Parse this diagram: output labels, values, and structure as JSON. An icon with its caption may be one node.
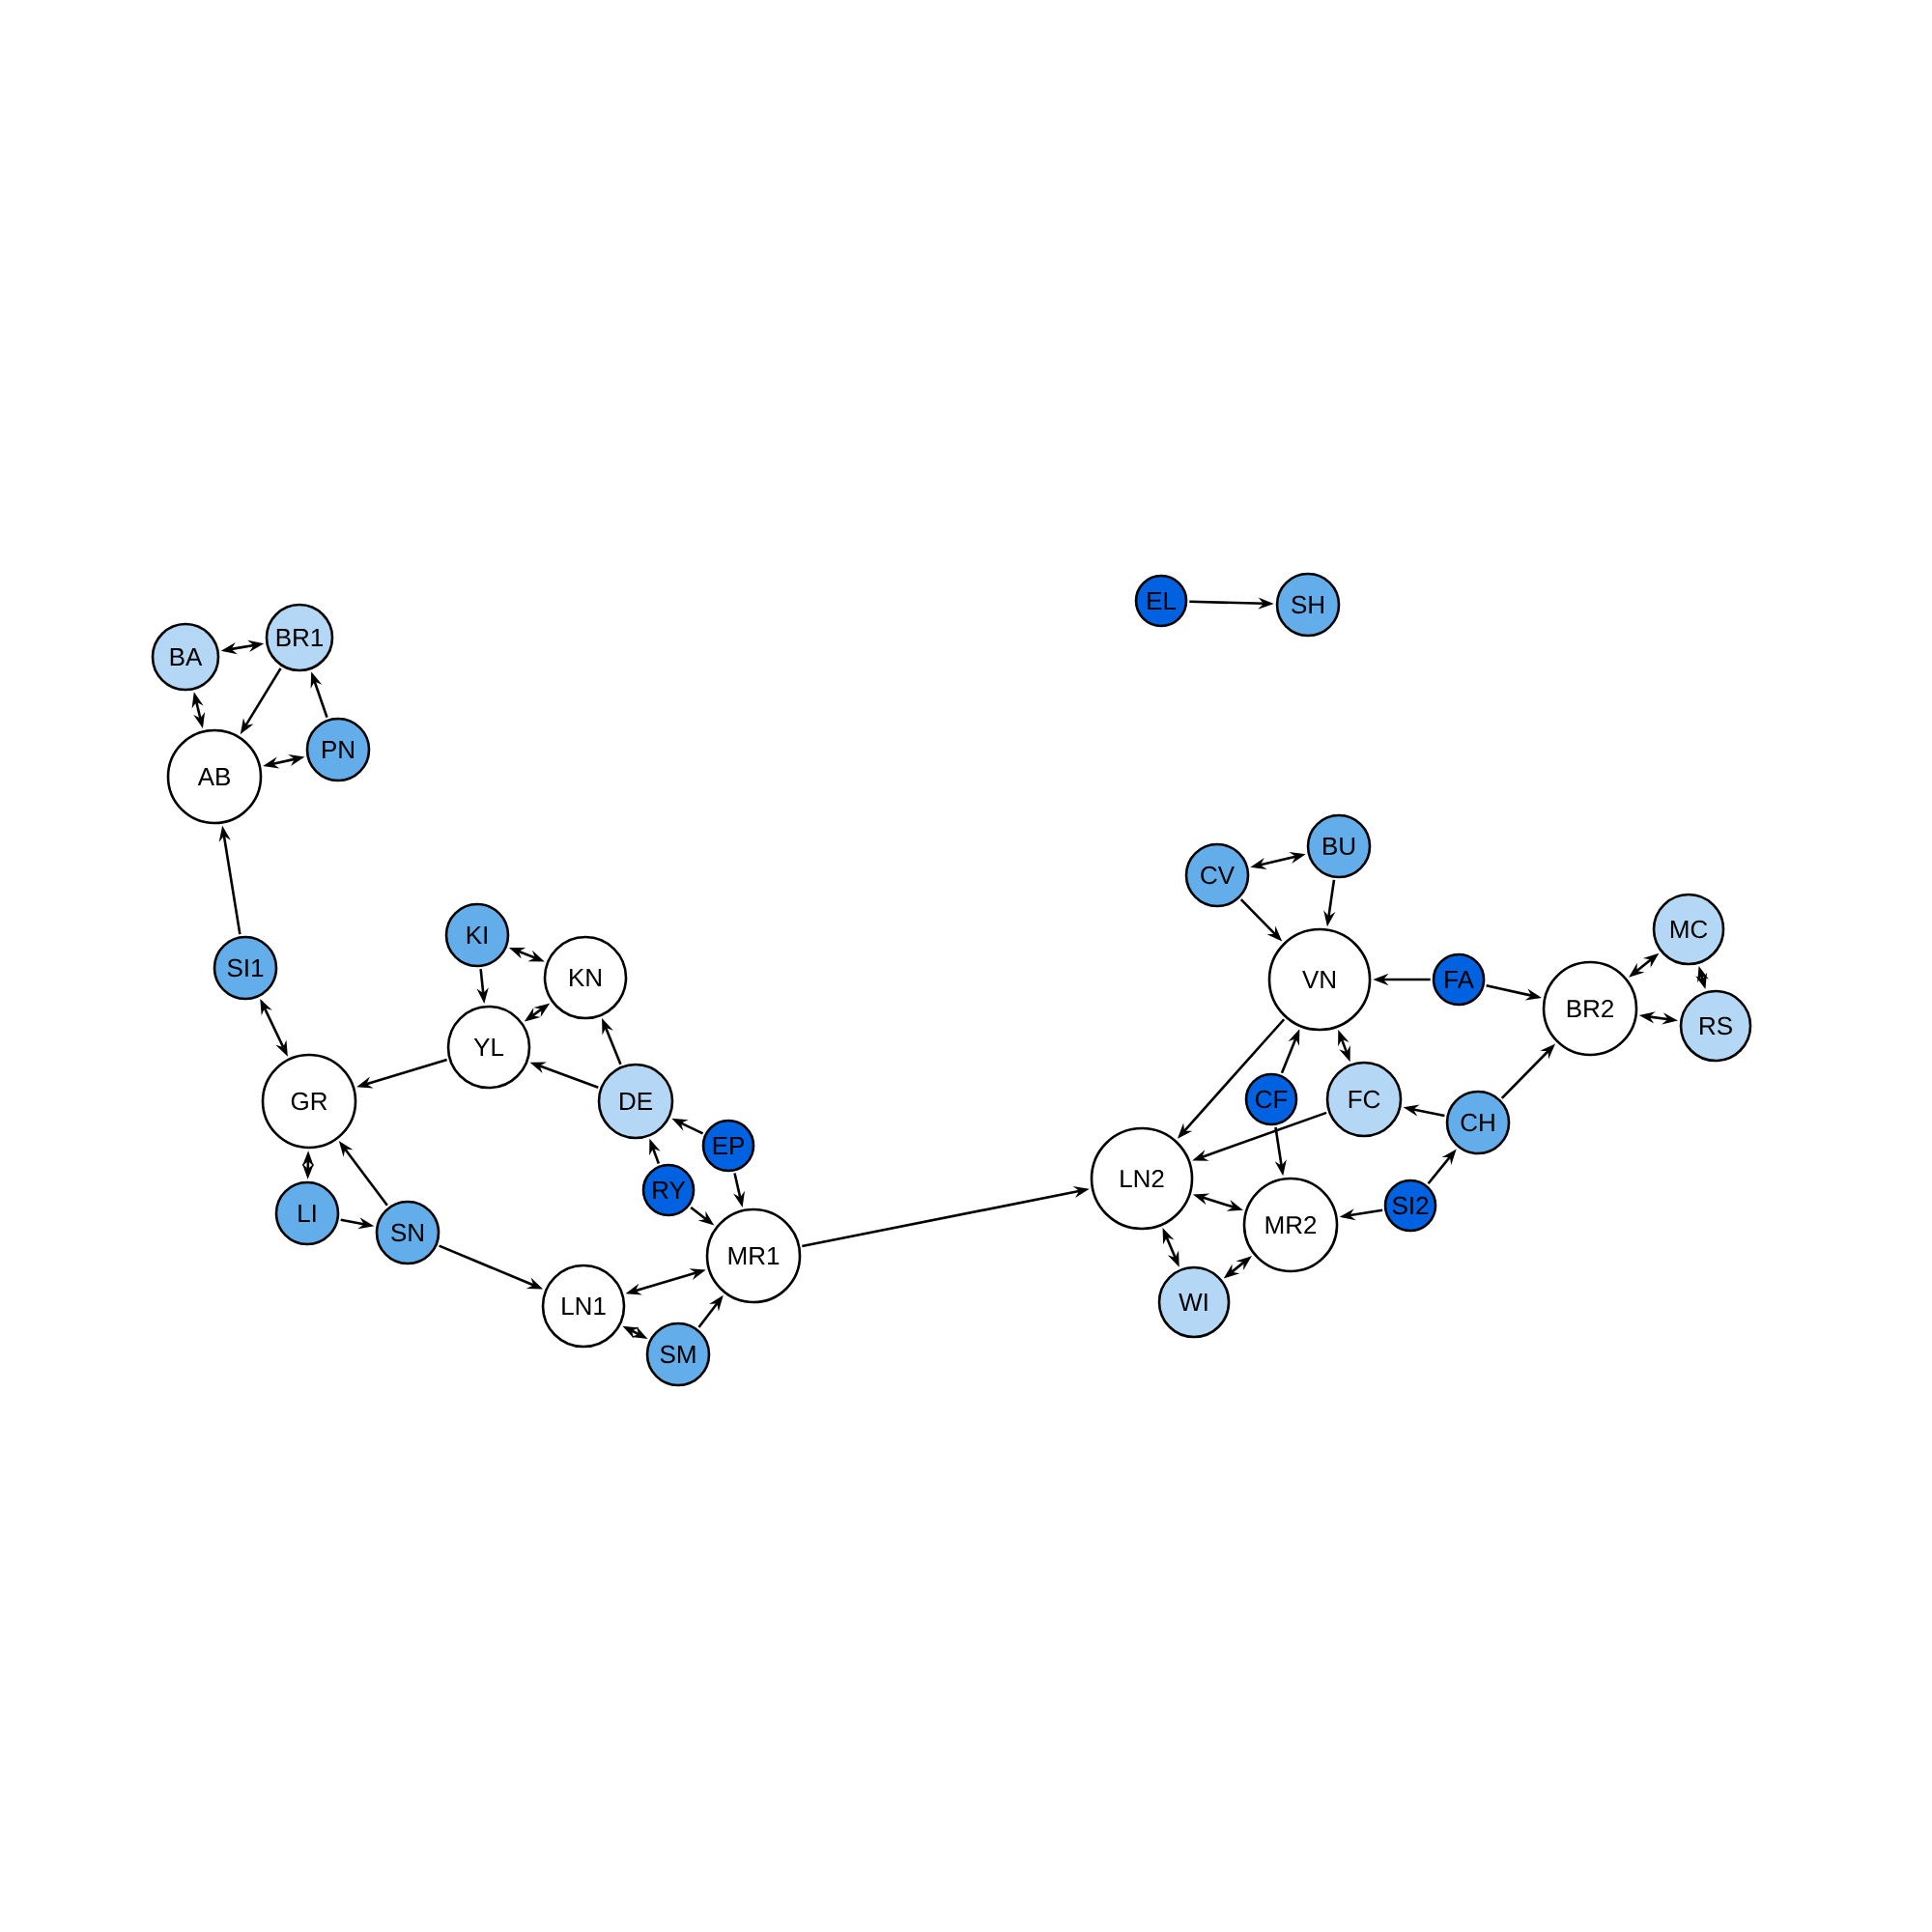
{
  "diagram": {
    "nodes": [
      {
        "text": [
          "BA"
        ]
      },
      {
        "text": [
          "BR1"
        ]
      },
      {
        "text": [
          "PN"
        ]
      },
      {
        "text": [
          "AB"
        ]
      },
      {
        "text": [
          "SI1"
        ]
      },
      {
        "text": [
          "KI"
        ]
      },
      {
        "text": [
          "KN"
        ]
      },
      {
        "text": [
          "YL"
        ]
      },
      {
        "text": [
          "GR"
        ]
      },
      {
        "text": [
          "DE"
        ]
      },
      {
        "text": [
          "EP"
        ]
      },
      {
        "text": [
          "RY"
        ]
      },
      {
        "text": [
          "LI"
        ]
      },
      {
        "text": [
          "SN"
        ]
      },
      {
        "text": [
          "LN1"
        ]
      },
      {
        "text": [
          "MR1"
        ]
      },
      {
        "text": [
          "SM"
        ]
      },
      {
        "text": [
          "EL"
        ]
      },
      {
        "text": [
          "SH"
        ]
      },
      {
        "text": [
          "BU"
        ]
      },
      {
        "text": [
          "CV"
        ]
      },
      {
        "text": [
          "VN"
        ]
      },
      {
        "text": [
          "FA"
        ]
      },
      {
        "text": [
          "BR2"
        ]
      },
      {
        "text": [
          "MC"
        ]
      },
      {
        "text": [
          "RS"
        ]
      },
      {
        "text": [
          "CF"
        ]
      },
      {
        "text": [
          "FC"
        ]
      },
      {
        "text": [
          "CH"
        ]
      },
      {
        "text": [
          "LN2"
        ]
      },
      {
        "text": [
          "SI2"
        ]
      },
      {
        "text": [
          "MR2"
        ]
      },
      {
        "text": [
          "WI"
        ]
      }
    ],
    "edges": [
      {
        "from": 0,
        "to": 1,
        "arrow": "both"
      },
      {
        "from": 0,
        "to": 3,
        "arrow": "both"
      },
      {
        "from": 1,
        "to": 3,
        "arrow": "to"
      },
      {
        "from": 2,
        "to": 1,
        "arrow": "to"
      },
      {
        "from": 3,
        "to": 2,
        "arrow": "both"
      },
      {
        "from": 4,
        "to": 3,
        "arrow": "to"
      },
      {
        "from": 4,
        "to": 8,
        "arrow": "both"
      },
      {
        "from": 5,
        "to": 6,
        "arrow": "both"
      },
      {
        "from": 5,
        "to": 7,
        "arrow": "to"
      },
      {
        "from": 7,
        "to": 6,
        "arrow": "both"
      },
      {
        "from": 7,
        "to": 8,
        "arrow": "to"
      },
      {
        "from": 9,
        "to": 7,
        "arrow": "to"
      },
      {
        "from": 9,
        "to": 6,
        "arrow": "to"
      },
      {
        "from": 10,
        "to": 9,
        "arrow": "to"
      },
      {
        "from": 10,
        "to": 15,
        "arrow": "to"
      },
      {
        "from": 11,
        "to": 9,
        "arrow": "to"
      },
      {
        "from": 11,
        "to": 15,
        "arrow": "to"
      },
      {
        "from": 8,
        "to": 12,
        "arrow": "both"
      },
      {
        "from": 12,
        "to": 13,
        "arrow": "to"
      },
      {
        "from": 13,
        "to": 8,
        "arrow": "to"
      },
      {
        "from": 13,
        "to": 14,
        "arrow": "to"
      },
      {
        "from": 14,
        "to": 15,
        "arrow": "both"
      },
      {
        "from": 14,
        "to": 16,
        "arrow": "both"
      },
      {
        "from": 16,
        "to": 15,
        "arrow": "to"
      },
      {
        "from": 15,
        "to": 29,
        "arrow": "to"
      },
      {
        "from": 17,
        "to": 18,
        "arrow": "to"
      },
      {
        "from": 20,
        "to": 19,
        "arrow": "both"
      },
      {
        "from": 20,
        "to": 21,
        "arrow": "to"
      },
      {
        "from": 19,
        "to": 21,
        "arrow": "to"
      },
      {
        "from": 21,
        "to": 29,
        "arrow": "to"
      },
      {
        "from": 22,
        "to": 21,
        "arrow": "to"
      },
      {
        "from": 22,
        "to": 23,
        "arrow": "to"
      },
      {
        "from": 21,
        "to": 27,
        "arrow": "both"
      },
      {
        "from": 26,
        "to": 21,
        "arrow": "to"
      },
      {
        "from": 26,
        "to": 31,
        "arrow": "to"
      },
      {
        "from": 27,
        "to": 29,
        "arrow": "to"
      },
      {
        "from": 28,
        "to": 27,
        "arrow": "to"
      },
      {
        "from": 28,
        "to": 23,
        "arrow": "to"
      },
      {
        "from": 30,
        "to": 28,
        "arrow": "to"
      },
      {
        "from": 30,
        "to": 31,
        "arrow": "to"
      },
      {
        "from": 29,
        "to": 31,
        "arrow": "both"
      },
      {
        "from": 29,
        "to": 32,
        "arrow": "both"
      },
      {
        "from": 32,
        "to": 31,
        "arrow": "both"
      },
      {
        "from": 23,
        "to": 24,
        "arrow": "both"
      },
      {
        "from": 23,
        "to": 25,
        "arrow": "both"
      },
      {
        "from": 25,
        "to": 24,
        "arrow": "both"
      }
    ]
  }
}
